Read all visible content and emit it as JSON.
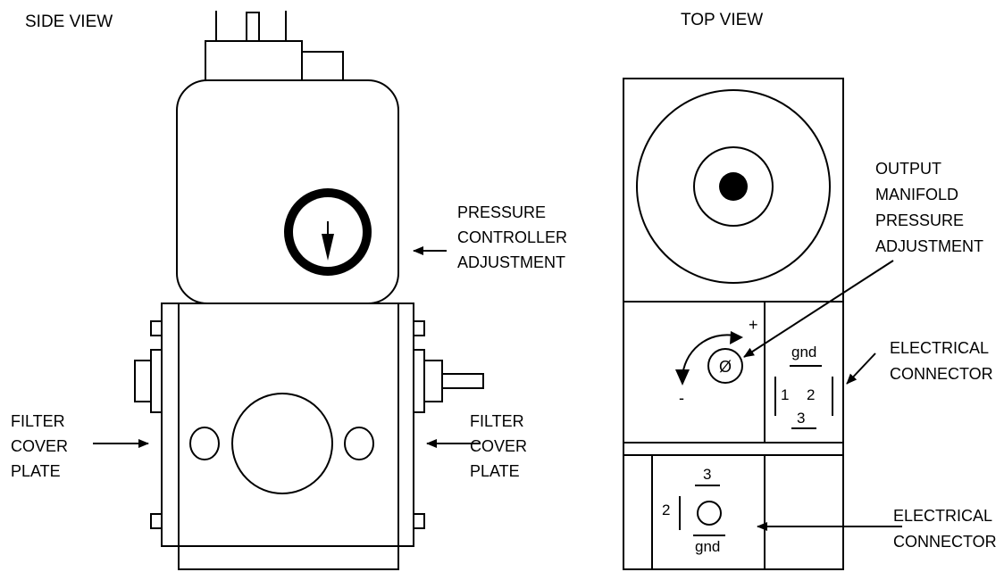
{
  "titles": {
    "side_view": "SIDE VIEW",
    "top_view": "TOP VIEW"
  },
  "side_labels": {
    "pressure_controller": [
      "PRESSURE",
      "CONTROLLER",
      "ADJUSTMENT"
    ],
    "filter_left": [
      "FILTER",
      "COVER",
      "PLATE"
    ],
    "filter_right": [
      "FILTER",
      "COVER",
      "PLATE"
    ]
  },
  "top_labels": {
    "output_manifold": [
      "OUTPUT",
      "MANIFOLD",
      "PRESSURE",
      "ADJUSTMENT"
    ],
    "electrical_connector_1": [
      "ELECTRICAL",
      "CONNECTOR"
    ],
    "electrical_connector_2": [
      "ELECTRICAL",
      "CONNECTOR"
    ]
  },
  "adjuster": {
    "plus": "+",
    "minus": "-",
    "symbol": "Ø"
  },
  "connector_1_pins": {
    "gnd": "gnd",
    "pin1": "1",
    "pin2": "2",
    "pin3": "3"
  },
  "connector_2_pins": {
    "pin3": "3",
    "pin2": "2",
    "gnd": "gnd"
  }
}
